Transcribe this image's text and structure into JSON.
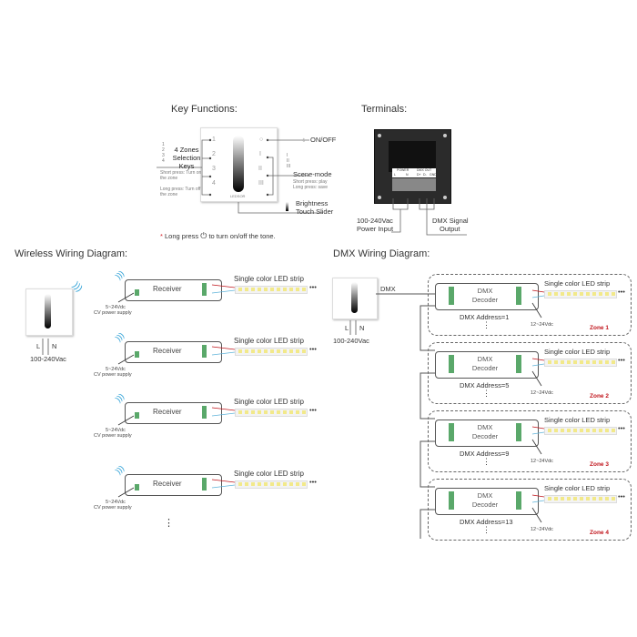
{
  "key_functions": {
    "title": "Key Functions:",
    "zone_keys_label": "4 Zones Selection Keys",
    "zone_numbers": [
      "1",
      "2",
      "3",
      "4"
    ],
    "short_press_zone": "Short press: Turn on the zone",
    "long_press_zone": "Long press: Turn off the zone",
    "onoff_label": "ON/OFF",
    "scene_numbers": [
      "I",
      "II",
      "III"
    ],
    "scene_mode_label": "Scene-mode",
    "scene_short_press": "Short press: play",
    "scene_long_press": "Long press: save",
    "brightness_label_line1": "Brightness",
    "brightness_label_line2": "Touch Slider",
    "panel_brand": "LEDSOR",
    "note_asterisk": "*",
    "note_text_before": "Long press",
    "note_text_after": "to turn on/off the tone."
  },
  "terminals": {
    "title": "Terminals:",
    "power_header": "POWER",
    "dmx_header": "DMX OUT",
    "power_pins": [
      "L",
      "N"
    ],
    "dmx_pins": [
      "D+",
      "D-",
      "GND"
    ],
    "power_label_line1": "100-240Vac",
    "power_label_line2": "Power Input",
    "dmx_label_line1": "DMX Signal",
    "dmx_label_line2": "Output"
  },
  "wireless": {
    "title": "Wireless Wiring  Diagram:",
    "l_label": "L",
    "n_label": "N",
    "mains_label": "100-240Vac",
    "receivers": [
      {
        "name": "Receiver",
        "strip_label": "Single color LED strip",
        "supply_line1": "5~24Vdc",
        "supply_line2": "CV power supply"
      },
      {
        "name": "Receiver",
        "strip_label": "Single color LED strip",
        "supply_line1": "5~24Vdc",
        "supply_line2": "CV power supply"
      },
      {
        "name": "Receiver",
        "strip_label": "Single color LED strip",
        "supply_line1": "5~24Vdc",
        "supply_line2": "CV power supply"
      },
      {
        "name": "Receiver",
        "strip_label": "Single color LED strip",
        "supply_line1": "5~24Vdc",
        "supply_line2": "CV power supply"
      }
    ],
    "continuation": "⋮"
  },
  "dmx": {
    "title": "DMX Wiring  Diagram:",
    "signal_label": "DMX",
    "l_label": "L",
    "n_label": "N",
    "mains_label": "100-240Vac",
    "zones": [
      {
        "decoder_line1": "DMX",
        "decoder_line2": "Decoder",
        "address": "DMX Address=1",
        "strip_label": "Single color LED strip",
        "supply": "12~24Vdc",
        "zone_label": "Zone 1"
      },
      {
        "decoder_line1": "DMX",
        "decoder_line2": "Decoder",
        "address": "DMX Address=5",
        "strip_label": "Single color LED strip",
        "supply": "12~24Vdc",
        "zone_label": "Zone 2"
      },
      {
        "decoder_line1": "DMX",
        "decoder_line2": "Decoder",
        "address": "DMX Address=9",
        "strip_label": "Single color LED strip",
        "supply": "12~24Vdc",
        "zone_label": "Zone 3"
      },
      {
        "decoder_line1": "DMX",
        "decoder_line2": "Decoder",
        "address": "DMX Address=13",
        "strip_label": "Single color LED strip",
        "supply": "12~24Vdc",
        "zone_label": "Zone 4"
      }
    ],
    "continuation": "⋮"
  },
  "colors": {
    "zone_label": "#c0141b",
    "wifi_icon": "#2a9fd6",
    "terminal_green": "#5aa86a",
    "wire_blue": "#5fb3d9",
    "wire_red": "#c0141b"
  }
}
